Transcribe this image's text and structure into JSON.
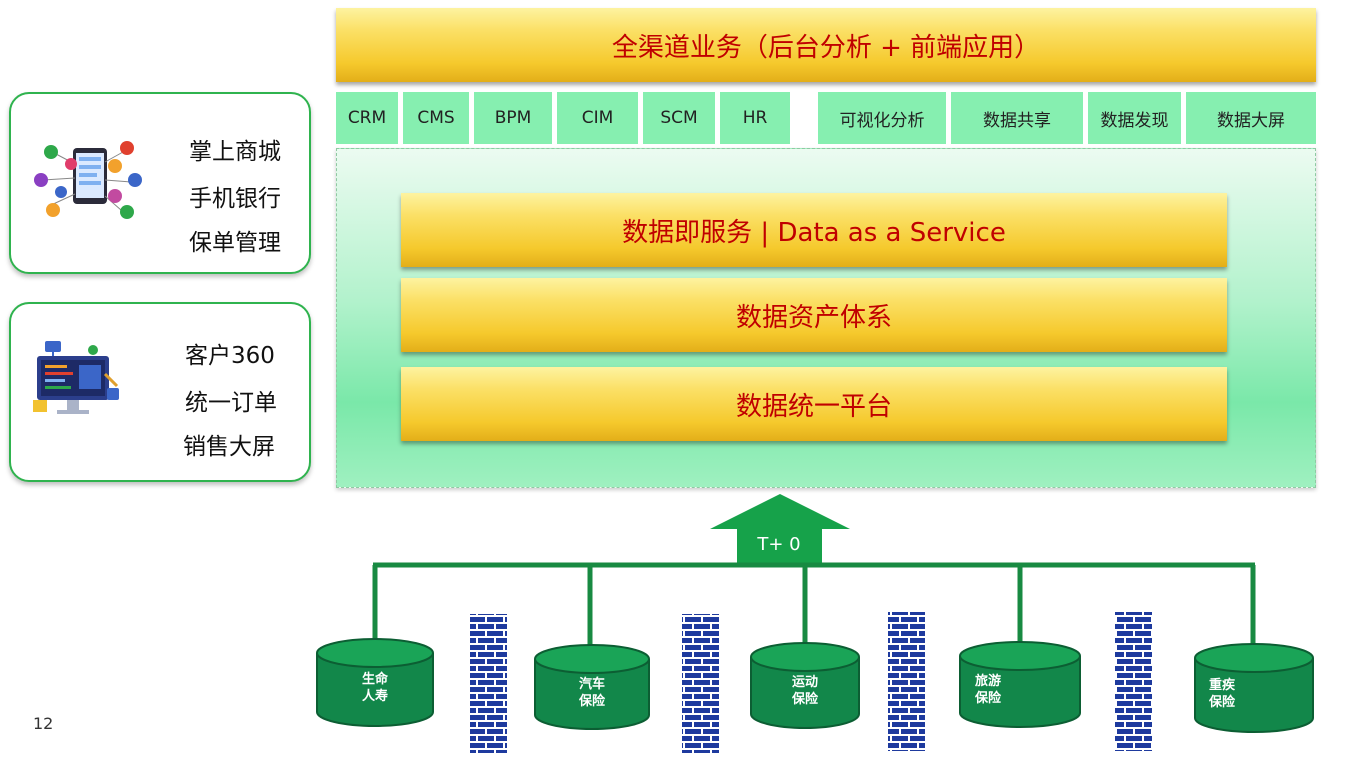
{
  "top_bar": {
    "label": "全渠道业务（后台分析 + 前端应用）"
  },
  "systems": [
    "CRM",
    "CMS",
    "BPM",
    "CIM",
    "SCM",
    "HR",
    "可视化分析",
    "数据共享",
    "数据发现",
    "数据大屏"
  ],
  "layers": [
    "数据即服务 | Data as a Service",
    "数据资产体系",
    "数据统一平台"
  ],
  "mobile_card": {
    "items": [
      "掌上商城",
      "手机银行",
      "保单管理"
    ],
    "icon": "mobile-app-icon"
  },
  "desktop_card": {
    "items": [
      "客户360",
      "统一订单",
      "销售大屏"
    ],
    "icon": "dashboard-icon"
  },
  "arrow": {
    "label": "T+ 0"
  },
  "sources": [
    {
      "line1": "生命",
      "line2": "人寿"
    },
    {
      "line1": "汽车",
      "line2": "保险"
    },
    {
      "line1": "运动",
      "line2": "保险"
    },
    {
      "line1": "旅游",
      "line2": "保险"
    },
    {
      "line1": "重疾",
      "line2": "保险"
    }
  ],
  "page_number": "12",
  "colors": {
    "accent_text": "#c00000",
    "gold": "#f5c92c",
    "green": "#0f8a44",
    "firewall": "#1e3a9e",
    "system_tile": "#86efb0"
  }
}
